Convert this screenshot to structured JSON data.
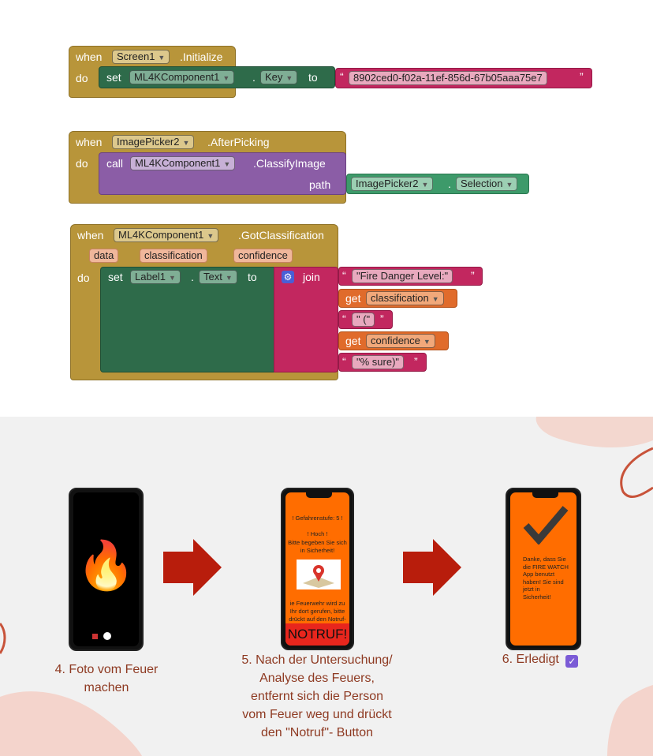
{
  "block1": {
    "when": "when",
    "component": "Screen1",
    "event": ".Initialize",
    "do": "do",
    "set": "set",
    "target": "ML4KComponent1",
    "dot": ".",
    "property": "Key",
    "to": "to",
    "value": "8902ced0-f02a-11ef-856d-67b05aaa75e7"
  },
  "block2": {
    "when": "when",
    "component": "ImagePicker2",
    "event": ".AfterPicking",
    "do": "do",
    "call": "call",
    "target": "ML4KComponent1",
    "method": ".ClassifyImage",
    "path": "path",
    "arg_component": "ImagePicker2",
    "dot": ".",
    "arg_property": "Selection"
  },
  "block3": {
    "when": "when",
    "component": "ML4KComponent1",
    "event": ".GotClassification",
    "params": [
      "data",
      "classification",
      "confidence"
    ],
    "do": "do",
    "set": "set",
    "target": "Label1",
    "dot": ".",
    "property": "Text",
    "to": "to",
    "join": "join",
    "str1": "\"Fire Danger Level:\"",
    "get": "get",
    "get_var1": "classification",
    "str2": "\" (\"",
    "get_var2": "confidence",
    "str3": "\"% sure)\""
  },
  "steps": [
    {
      "caption": "4. Foto vom Feuer\nmachen"
    },
    {
      "caption": "5. Nach der Untersuchung/\nAnalyse des Feuers,\nentfernt sich die Person\nvom Feuer weg und drückt\nden \"Notruf\"- Button",
      "screen_line1": "! Gefahrenstufe: 5 !",
      "screen_line2": "! Hoch !",
      "screen_line3": "Bitte begeben Sie sich in Sicherheit!",
      "screen_line4": "ie Feuerwehr wird zu Ihr dort gerufen, bitte drückt auf den Notruf- Button",
      "notruf_label": "NOTRUF!"
    },
    {
      "caption": "6. Erledigt",
      "screen_text": "Danke, dass Sie die FIRE WATCH App benutzt haben! Sie sind jetzt in Sicherheit!"
    }
  ],
  "colors": {
    "event_block": "#b8953a",
    "setter_block": "#2e6b4a",
    "text_block": "#c2275f",
    "call_block": "#8b5da6",
    "getter_block": "#e06b2b",
    "phone_screen": "#ff6d00",
    "arrow": "#b81d0c",
    "caption": "#8e3a22"
  }
}
